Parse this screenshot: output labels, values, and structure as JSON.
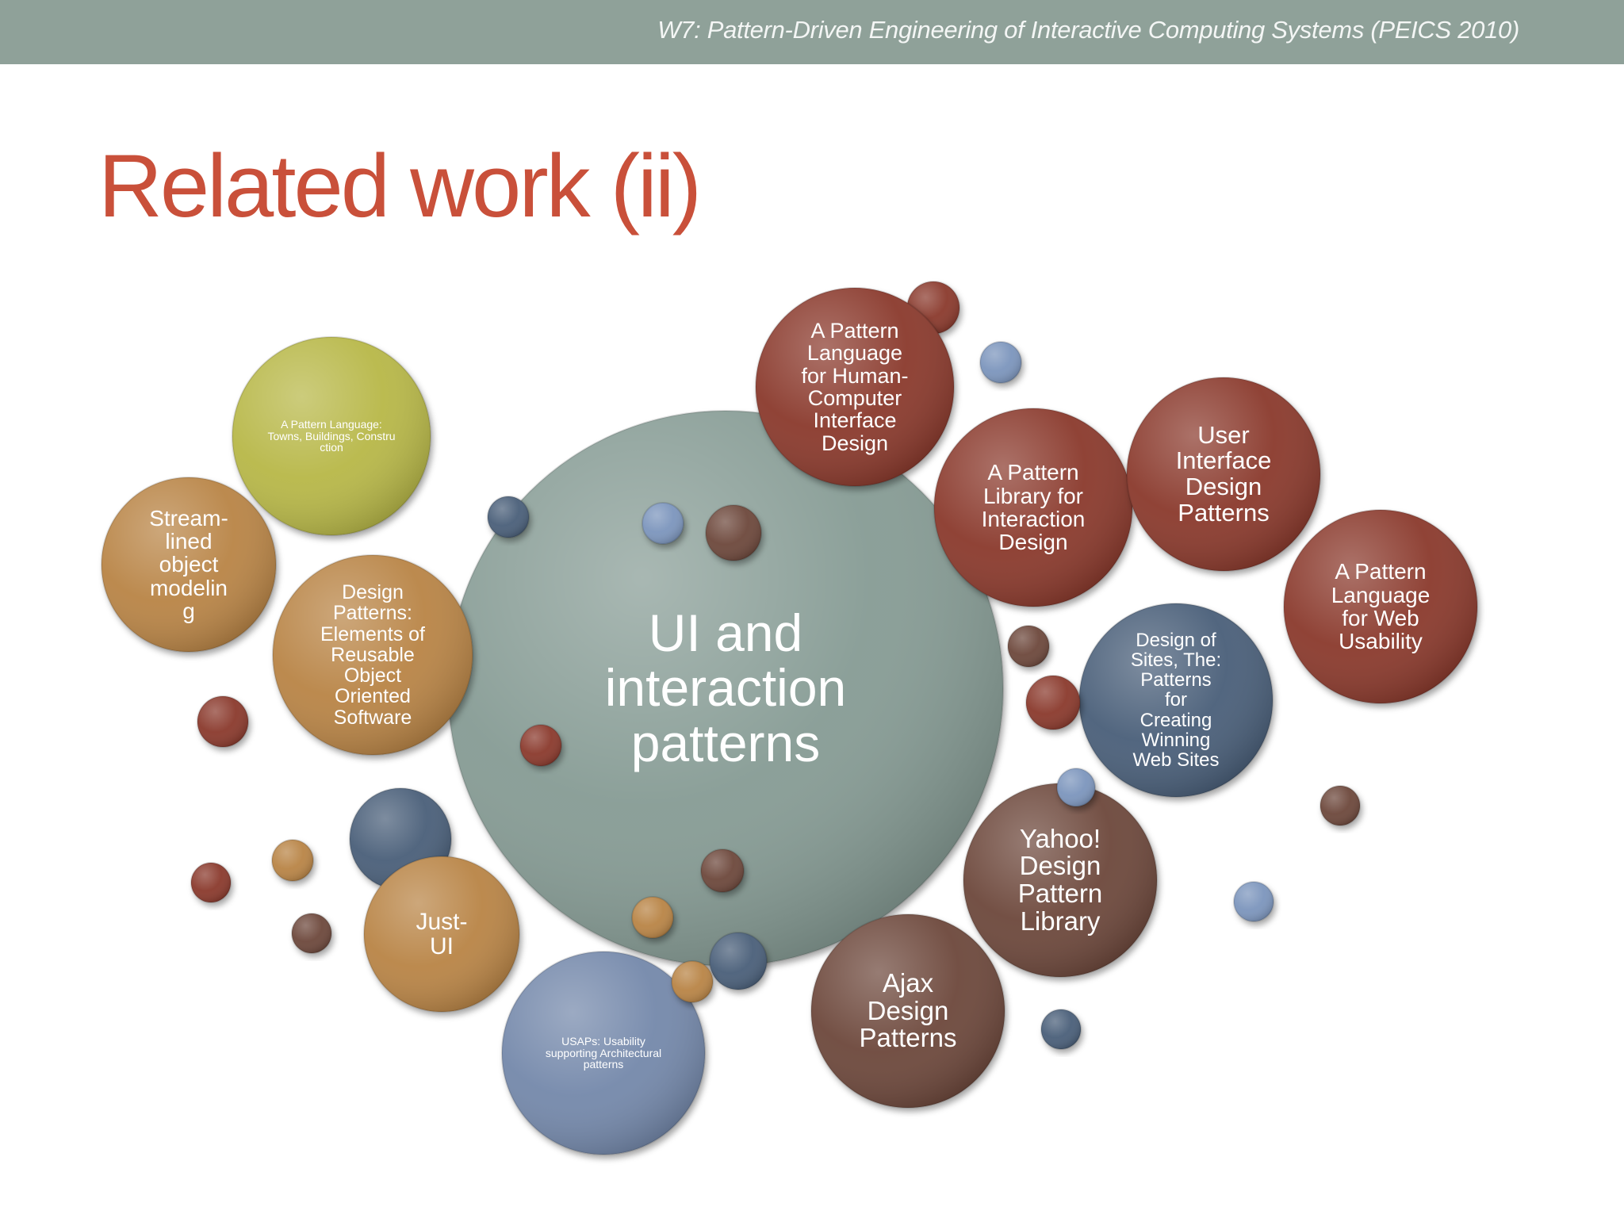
{
  "header": {
    "text": "W7: Pattern-Driven Engineering of Interactive Computing Systems (PEICS 2010)"
  },
  "slide": {
    "title": "Related work (ii)"
  },
  "colors": {
    "title": "#c9503a",
    "header_bg": "#8fa199",
    "center": "#879c95",
    "red": "#8b3a2f",
    "brown": "#6e4a3c",
    "orange": "#b98546",
    "olive": "#b8b848",
    "navy": "#4b617a",
    "slate": "#7489ab",
    "lightblue": "#7d96bd"
  },
  "diagram": {
    "center_label": "UI and interaction patterns",
    "bubbles": [
      {
        "id": "hci",
        "label": "A Pattern Language for Human-Computer Interface Design"
      },
      {
        "id": "interaction",
        "label": "A Pattern Library for Interaction Design"
      },
      {
        "id": "uidp",
        "label": "User Interface Design Patterns"
      },
      {
        "id": "web-usability",
        "label": "A Pattern Language for Web Usability"
      },
      {
        "id": "design-sites",
        "label": "Design of Sites, The: Patterns for Creating Winning Web Sites"
      },
      {
        "id": "yahoo",
        "label": "Yahoo! Design Pattern Library"
      },
      {
        "id": "ajax",
        "label": "Ajax Design Patterns"
      },
      {
        "id": "usaps",
        "label": "USAPs: Usability supporting Architectural patterns"
      },
      {
        "id": "just-ui",
        "label": "Just-UI"
      },
      {
        "id": "gof",
        "label": "Design Patterns: Elements of Reusable Object Oriented Software"
      },
      {
        "id": "streamlined",
        "label": "Stream-lined object modeling"
      },
      {
        "id": "alexander",
        "label": "A Pattern Language: Towns, Buildings, Construction"
      }
    ]
  }
}
